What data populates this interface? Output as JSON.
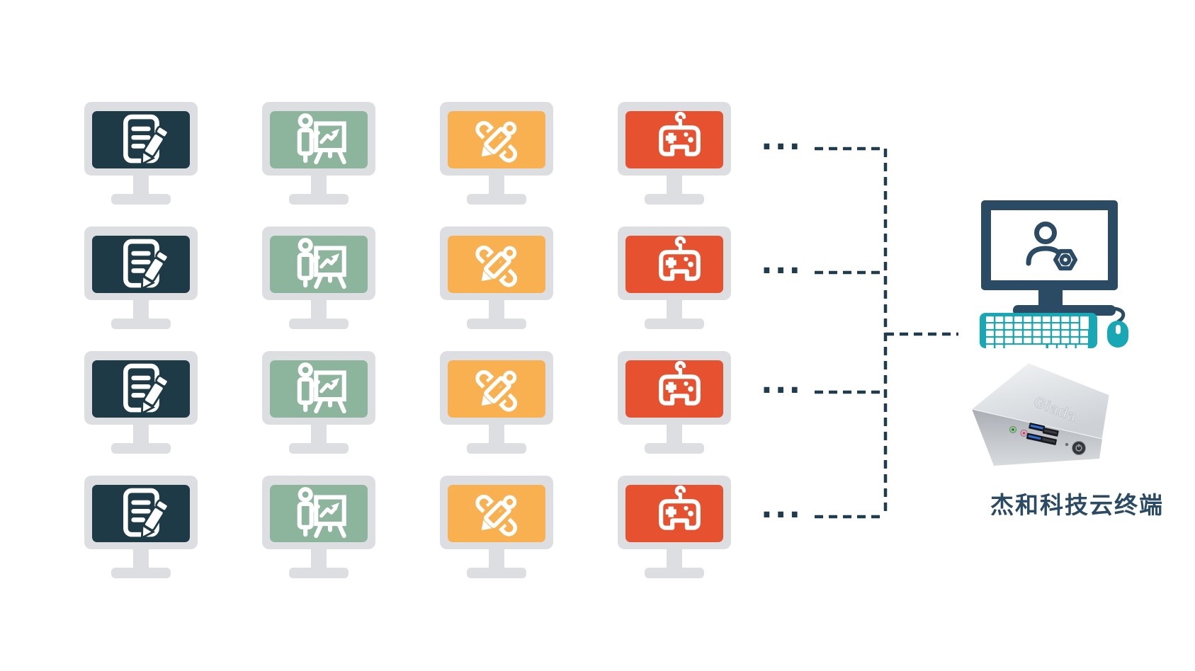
{
  "diagram": {
    "caption": "杰和科技云终端",
    "device_logo": "Giada",
    "ellipsis": "...",
    "colors": {
      "navy": "#1e3c4d",
      "connector": "#1e3c4d",
      "caption_navy": "#2b4a63",
      "admin_navy": "#2b4a63",
      "teal": "#18a7b5",
      "monitor_frame_gray": "#dcdee1",
      "screen_document": "#1d3a46",
      "screen_presentation": "#8db49c",
      "screen_design": "#f9b050",
      "screen_game": "#e6512f"
    },
    "grid": {
      "rows": 4,
      "columns": [
        {
          "id": "document",
          "icon": "note-edit-icon",
          "screen_color_key": "screen_document"
        },
        {
          "id": "presentation",
          "icon": "presentation-chart-icon",
          "screen_color_key": "screen_presentation"
        },
        {
          "id": "design",
          "icon": "ruler-pencil-icon",
          "screen_color_key": "screen_design"
        },
        {
          "id": "game",
          "icon": "gamepad-icon",
          "screen_color_key": "screen_game"
        }
      ]
    }
  }
}
